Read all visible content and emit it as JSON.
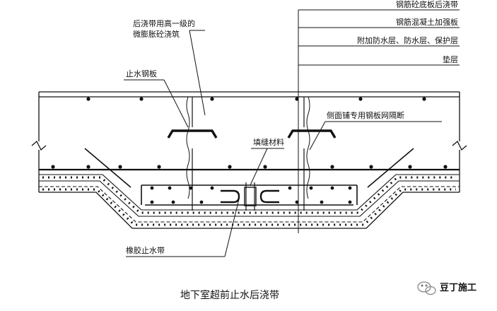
{
  "diagram": {
    "caption": "地下室超前止水后浇带",
    "labels": {
      "post_pour_concrete": [
        "后浇带用高一级的",
        "微膨胀砼浇筑"
      ],
      "waterstop_plate": "止水钢板",
      "joint_filler": "填缝材料",
      "side_steel_mesh": "侧面铺专用钢板网隔断",
      "rubber_waterstop": "橡胶止水带"
    },
    "layer_callouts": [
      "钢筋砼底板后浇带",
      "钢筋混凝土加强板",
      "附加防水层、防水层、保护层",
      "垫层"
    ]
  },
  "watermark": {
    "text": "豆丁施工",
    "icon": "wechat-icon"
  }
}
